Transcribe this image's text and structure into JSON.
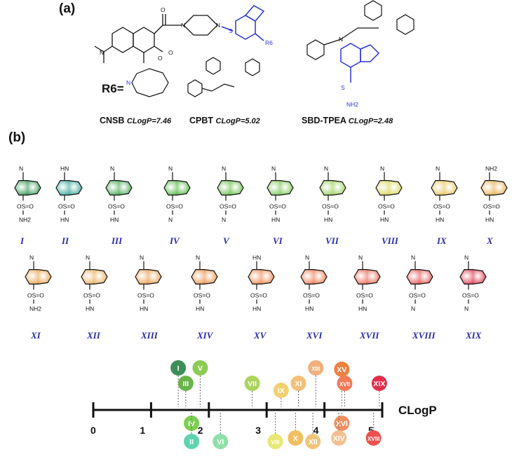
{
  "panel_a": {
    "label": "(a)",
    "r6_label": "R6=",
    "captions": [
      {
        "name": "CNSB",
        "clogp": "CLogP=7.46"
      },
      {
        "name": "CPBT",
        "clogp": "CLogP=5.02"
      },
      {
        "name": "SBD-TPEA",
        "clogp": "CLogP=2.48"
      }
    ],
    "atoms": {
      "N": "N",
      "O": "O",
      "S": "S",
      "NH2": "NH2",
      "R6": "R6"
    }
  },
  "panel_b": {
    "label": "(b)",
    "compounds": [
      {
        "id": "I",
        "top": "N",
        "bottom": "NH2",
        "color": "#3a9a5a"
      },
      {
        "id": "II",
        "top": "HN",
        "bottom": "HN",
        "color": "#3aa99a"
      },
      {
        "id": "III",
        "top": "N",
        "bottom": "HN",
        "color": "#4aab55"
      },
      {
        "id": "IV",
        "top": "N",
        "bottom": "N",
        "color": "#56b84a"
      },
      {
        "id": "V",
        "top": "N",
        "bottom": "N",
        "color": "#6ec050"
      },
      {
        "id": "VI",
        "top": "N",
        "bottom": "HN",
        "color": "#80c85a"
      },
      {
        "id": "VII",
        "top": "N",
        "bottom": "HN",
        "color": "#9ed060"
      },
      {
        "id": "VIII",
        "top": "N",
        "bottom": "HN",
        "color": "#d8d85a"
      },
      {
        "id": "IX",
        "top": "N",
        "bottom": "HN",
        "color": "#e8c860"
      },
      {
        "id": "X",
        "top": "NH2",
        "bottom": "HN",
        "color": "#e6b458"
      },
      {
        "id": "XI",
        "top": "N",
        "bottom": "NH2",
        "color": "#eaa550"
      },
      {
        "id": "XII",
        "top": "N",
        "bottom": "HN",
        "color": "#e8b060"
      },
      {
        "id": "XIII",
        "top": "N",
        "bottom": "HN",
        "color": "#eaa055"
      },
      {
        "id": "XIV",
        "top": "N",
        "bottom": "HN",
        "color": "#ec9550"
      },
      {
        "id": "XV",
        "top": "HN",
        "bottom": "HN",
        "color": "#ee8a50"
      },
      {
        "id": "XVI",
        "top": "N",
        "bottom": "HN",
        "color": "#ee7d55"
      },
      {
        "id": "XVII",
        "top": "N",
        "bottom": "HN",
        "color": "#ec6a55"
      },
      {
        "id": "XVIII",
        "top": "N",
        "bottom": "N",
        "color": "#e85858"
      },
      {
        "id": "XIX",
        "top": "N",
        "bottom": "N",
        "color": "#dd3f52"
      }
    ],
    "so2_label": "S=O",
    "o_label": "O"
  },
  "scale": {
    "title": "CLogP",
    "ticks": [
      "0",
      "1",
      "2",
      "3",
      "4",
      "5"
    ],
    "markers": [
      {
        "id": "I",
        "clogp": 1.47,
        "pos": "above",
        "row": 0,
        "color": "#3e8e5a"
      },
      {
        "id": "III",
        "clogp": 1.6,
        "pos": "above",
        "row": 1,
        "color": "#68b448"
      },
      {
        "id": "V",
        "clogp": 1.85,
        "pos": "above",
        "row": 0,
        "color": "#8ccc55"
      },
      {
        "id": "VII",
        "clogp": 2.75,
        "pos": "above",
        "row": 1,
        "color": "#aad45a"
      },
      {
        "id": "IX",
        "clogp": 3.25,
        "pos": "above",
        "row": 2,
        "color": "#f0d070"
      },
      {
        "id": "XI",
        "clogp": 3.55,
        "pos": "above",
        "row": 1,
        "color": "#f2c07a"
      },
      {
        "id": "XIII",
        "clogp": 3.85,
        "pos": "above",
        "row": 0,
        "color": "#f0b07c"
      },
      {
        "id": "XV",
        "clogp": 4.3,
        "pos": "above",
        "row": -1,
        "color": "#ee8040"
      },
      {
        "id": "XVII",
        "clogp": 4.35,
        "pos": "above",
        "row": 1,
        "color": "#f07a55"
      },
      {
        "id": "XIX",
        "clogp": 4.95,
        "pos": "above",
        "row": 1,
        "color": "#e0304a"
      },
      {
        "id": "IV",
        "clogp": 1.7,
        "pos": "below",
        "row": 0,
        "color": "#7ccf50"
      },
      {
        "id": "II",
        "clogp": 1.7,
        "pos": "below",
        "row": 1,
        "color": "#5fd3b0"
      },
      {
        "id": "VI",
        "clogp": 2.2,
        "pos": "below",
        "row": 1,
        "color": "#8ee0a8"
      },
      {
        "id": "VIII",
        "clogp": 3.15,
        "pos": "below",
        "row": 1,
        "color": "#e8e875"
      },
      {
        "id": "X",
        "clogp": 3.5,
        "pos": "below",
        "row": 2,
        "color": "#f0c060"
      },
      {
        "id": "XII",
        "clogp": 3.8,
        "pos": "below",
        "row": 1,
        "color": "#f0c47a"
      },
      {
        "id": "XVI",
        "clogp": 4.3,
        "pos": "below",
        "row": 0,
        "color": "#f09060"
      },
      {
        "id": "XIV",
        "clogp": 4.25,
        "pos": "below",
        "row": 2,
        "color": "#f2c090"
      },
      {
        "id": "XVIII",
        "clogp": 4.85,
        "pos": "below",
        "row": 2,
        "color": "#ee5050"
      }
    ]
  }
}
